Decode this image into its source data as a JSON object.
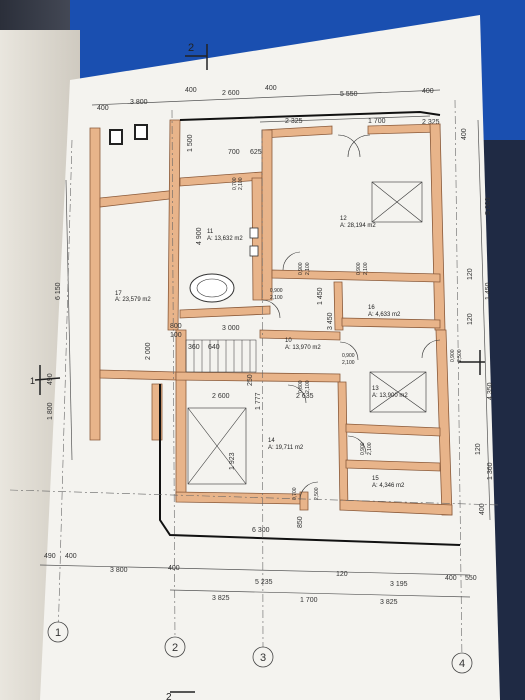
{
  "dims_top": [
    "400",
    "3 800",
    "400",
    "2 600",
    "400",
    "5 550",
    "400"
  ],
  "dims_top2": [
    "2 325",
    "1 700",
    "2 325"
  ],
  "dims_bottom1": [
    "490",
    "400",
    "3 800",
    "400",
    "5 235",
    "120",
    "3 195",
    "400",
    "550"
  ],
  "dims_bottom2": [
    "3 825",
    "1 700",
    "3 825"
  ],
  "dims_right": [
    "400",
    "5 080",
    "120",
    "1 450",
    "120",
    "4 350",
    "120",
    "1 360",
    "400"
  ],
  "dims_left": [
    "6 150",
    "2 000",
    "490",
    "1 800"
  ],
  "dims_inner": [
    "1 500",
    "700",
    "625",
    "4 900",
    "1 450",
    "3 450",
    "3 000",
    "2 600",
    "2 635",
    "1 923",
    "6 300",
    "850",
    "800",
    "100",
    "360",
    "640",
    "250",
    "1 777"
  ],
  "door_labels": [
    "0,700",
    "2,100",
    "0,900",
    "2,100",
    "0,900",
    "2,100",
    "0,900",
    "2,100",
    "0,900",
    "2,100",
    "0,800",
    "2,100",
    "0,900",
    "2,100",
    "0,700",
    "2,500",
    "0,900",
    "2,500"
  ],
  "rooms": [
    {
      "num": "11",
      "area": "A: 13,632 m2"
    },
    {
      "num": "12",
      "area": "A: 28,194 m2"
    },
    {
      "num": "17",
      "area": "A: 23,579 m2"
    },
    {
      "num": "16",
      "area": "A: 4,633 m2"
    },
    {
      "num": "10",
      "area": "A: 13,970 m2"
    },
    {
      "num": "13",
      "area": "A: 13,900 m2"
    },
    {
      "num": "14",
      "area": "A: 19,711 m2"
    },
    {
      "num": "15",
      "area": "A: 4,346 m2"
    }
  ],
  "section_marker": "2",
  "section_marker_side": "1",
  "axes": [
    "1",
    "2",
    "3",
    "4"
  ],
  "colors": {
    "wall": "#e8b48a",
    "wall_stroke": "#8a5a3a",
    "paper": "#f4f3ef",
    "line": "#333333",
    "blue": "#1a4fb0"
  }
}
